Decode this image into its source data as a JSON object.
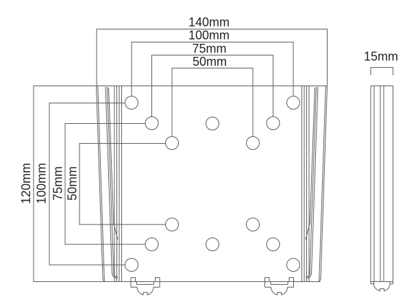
{
  "drawing": {
    "kind": "dimensioned technical drawing of a flat monitor wall-mount plate (front view and side view)",
    "colors": {
      "background": "#ffffff",
      "line": "#5a5a5a",
      "text": "#222222"
    },
    "front_view": {
      "hole_count": 14,
      "clip_count": 2,
      "top_dimensions": [
        {
          "label": "140mm"
        },
        {
          "label": "100mm"
        },
        {
          "label": "75mm"
        },
        {
          "label": "50mm"
        }
      ],
      "left_dimensions": [
        {
          "label": "120mm"
        },
        {
          "label": "100mm"
        },
        {
          "label": "75mm"
        },
        {
          "label": "50mm"
        }
      ]
    },
    "side_view": {
      "top_dimension": {
        "label": "15mm"
      }
    }
  }
}
